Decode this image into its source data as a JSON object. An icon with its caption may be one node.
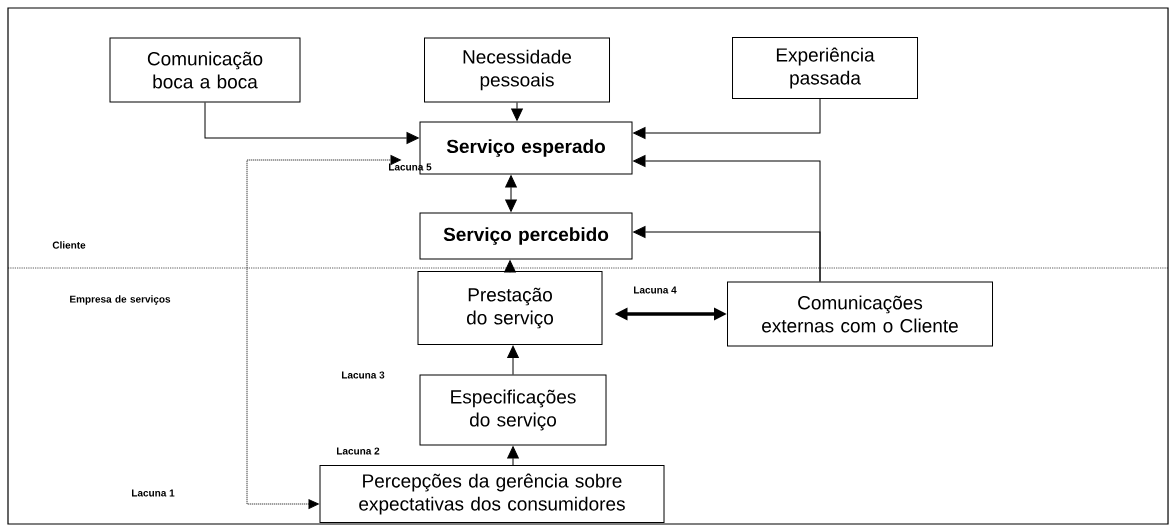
{
  "diagram": {
    "nodes": [
      {
        "text": [
          "Comunicação boca a boca"
        ]
      },
      {
        "text": [
          "Necessidade pessoais"
        ]
      },
      {
        "text": [
          "Experiência passada"
        ]
      },
      {
        "text": [
          "Serviço esperado"
        ]
      },
      {
        "text": [
          "Serviço percebido"
        ]
      },
      {
        "text": [
          "Prestação do serviço"
        ]
      },
      {
        "text": [
          "Comunicações externas com o Cliente"
        ]
      },
      {
        "text": [
          "Especificações do serviço"
        ]
      },
      {
        "text": [
          "Percepções da gerência sobre expectativas dos consumidores"
        ]
      }
    ],
    "edges": [
      {
        "from": 0,
        "to": 3,
        "arrow": "to"
      },
      {
        "from": 1,
        "to": 3,
        "arrow": "to"
      },
      {
        "from": 2,
        "to": 3,
        "arrow": "to"
      },
      {
        "from": 6,
        "to": 3,
        "arrow": "to"
      },
      {
        "from": 6,
        "to": 4,
        "arrow": "to"
      },
      {
        "from": 3,
        "to": 4,
        "arrow": "both"
      },
      {
        "from": 5,
        "to": 4,
        "arrow": "to"
      },
      {
        "from": 5,
        "to": 6,
        "arrow": "both",
        "style": "thick"
      },
      {
        "from": 7,
        "to": 5,
        "arrow": "to"
      },
      {
        "from": 8,
        "to": 7,
        "arrow": "to"
      },
      {
        "from": 8,
        "to": 3,
        "arrow": "both",
        "style": "dashed"
      }
    ],
    "labels": [
      "Lacuna 5",
      "Cliente",
      "Empresa de serviços",
      "Lacuna 4",
      "Lacuna 3",
      "Lacuna 2",
      "Lacuna 1"
    ]
  }
}
